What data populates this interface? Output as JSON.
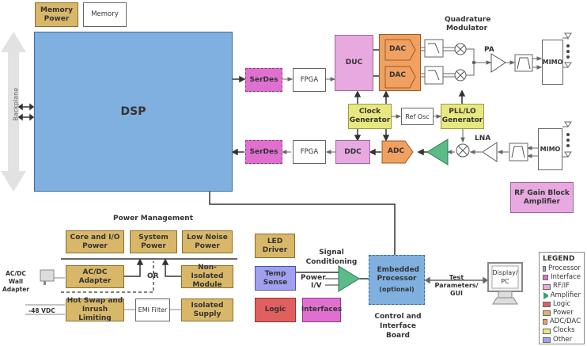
{
  "diagram": {
    "backplane_label": "Backplane",
    "memory_power": "Memory Power",
    "memory": "Memory",
    "dsp": "DSP",
    "serdes_tx": "SerDes",
    "serdes_rx": "SerDes",
    "fpga_tx": "FPGA",
    "fpga_rx": "FPGA",
    "duc": "DUC",
    "ddc": "DDC",
    "dac1": "DAC",
    "dac2": "DAC",
    "adc": "ADC",
    "clock_generator": "Clock Generator",
    "ref_osc": "Ref Osc",
    "pll_lo": "PLL/LO Generator",
    "quadrature_modulator": "Quadrature Modulator",
    "pa": "PA",
    "lna": "LNA",
    "mimo_tx": "MIMO",
    "mimo_rx": "MIMO",
    "rf_gain": "RF Gain Block Amplifier"
  },
  "power_management": {
    "title": "Power Management",
    "core_io": "Core and I/O Power",
    "system_power": "System Power",
    "low_noise": "Low Noise Power",
    "acdc_adapter": "AC/DC Adapter",
    "or_label": "OR",
    "non_isolated": "Non-Isolated Module",
    "hot_swap": "Hot Swap and Inrush Limiting",
    "emi_filter": "EMI Filter",
    "isolated_supply": "Isolated Supply",
    "wall_adapter_label": "AC/DC Wall Adapter",
    "vdc_label": "-48 VDC"
  },
  "control_board": {
    "title": "Control and Interface Board",
    "led_driver": "LED Driver",
    "signal_conditioning": "Signal Conditioning",
    "temp_sense": "Temp Sense",
    "power_label": "Power",
    "iv_label": "I/V",
    "embedded_processor": "Embedded Processor",
    "optional": "(optional)",
    "logic": "Logic",
    "interfaces": "Interfaces"
  },
  "pc": {
    "link_label": "Test Parameters/ GUI",
    "display": "Display/ PC"
  },
  "legend": {
    "title": "LEGEND",
    "items": [
      {
        "label": "Processor",
        "color": "#80b0e0"
      },
      {
        "label": "Interface",
        "color": "#e070d0"
      },
      {
        "label": "RF/IF",
        "color": "#e8a8e0"
      },
      {
        "label": "Amplifier",
        "color": "#3aa070"
      },
      {
        "label": "Logic",
        "color": "#e06060"
      },
      {
        "label": "Power",
        "color": "#d8b868"
      },
      {
        "label": "ADC/DAC",
        "color": "#f0a060"
      },
      {
        "label": "Clocks",
        "color": "#e8e880"
      },
      {
        "label": "Other",
        "color": "#a0a0f0"
      }
    ]
  }
}
